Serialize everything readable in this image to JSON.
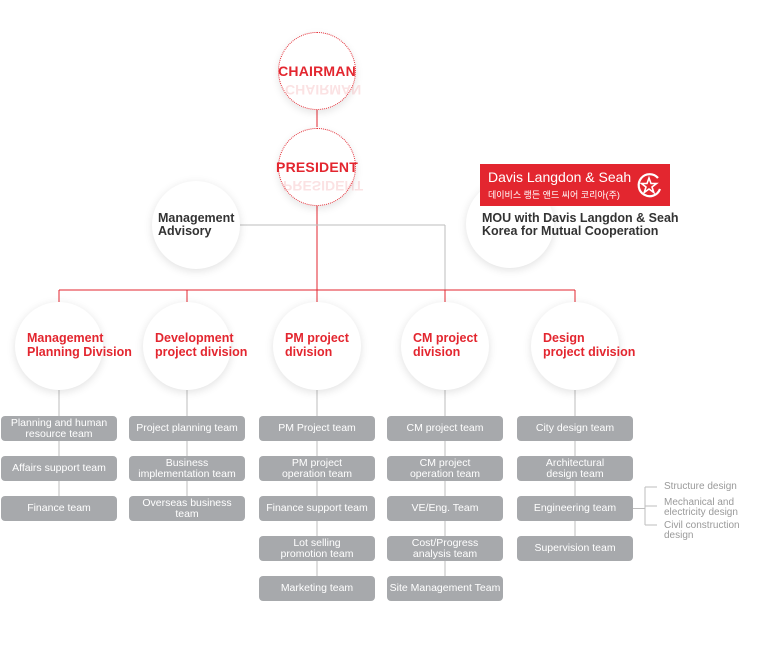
{
  "top": {
    "chairman": "CHAIRMAN",
    "president": "PRESIDENT"
  },
  "advisory": {
    "line1": "Management",
    "line2": "Advisory"
  },
  "partner": {
    "logo_main": "Davis Langdon & Seah",
    "logo_sub": "데이비스 랭든 앤드 씨어 코리아(주)",
    "line1": "MOU with Davis Langdon & Seah",
    "line2": "Korea for Mutual Cooperation"
  },
  "divisions": [
    {
      "line1": "Management",
      "line2": "Planning Division",
      "teams": [
        {
          "line1": "Planning and human",
          "line2": "resource team"
        },
        {
          "line1": "Affairs support team",
          "line2": ""
        },
        {
          "line1": "Finance team",
          "line2": ""
        }
      ]
    },
    {
      "line1": "Development",
      "line2": "project division",
      "teams": [
        {
          "line1": "Project planning team",
          "line2": ""
        },
        {
          "line1": "Business",
          "line2": "implementation team"
        },
        {
          "line1": "Overseas business team",
          "line2": ""
        }
      ]
    },
    {
      "line1": "PM project",
      "line2": "division",
      "teams": [
        {
          "line1": "PM Project team",
          "line2": ""
        },
        {
          "line1": "PM project",
          "line2": "operation team"
        },
        {
          "line1": "Finance support team",
          "line2": ""
        },
        {
          "line1": "Lot selling",
          "line2": "promotion team"
        },
        {
          "line1": "Marketing team",
          "line2": ""
        }
      ]
    },
    {
      "line1": "CM project",
      "line2": "division",
      "teams": [
        {
          "line1": "CM project team",
          "line2": ""
        },
        {
          "line1": "CM project",
          "line2": "operation team"
        },
        {
          "line1": "VE/Eng. Team",
          "line2": ""
        },
        {
          "line1": "Cost/Progress",
          "line2": "analysis team"
        },
        {
          "line1": "Site Management Team",
          "line2": ""
        }
      ]
    },
    {
      "line1": "Design",
      "line2": "project division",
      "teams": [
        {
          "line1": "City design team",
          "line2": ""
        },
        {
          "line1": "Architectural",
          "line2": "design team"
        },
        {
          "line1": "Engineering team",
          "line2": ""
        },
        {
          "line1": "Supervision team",
          "line2": ""
        }
      ]
    }
  ],
  "engineering_subteams": [
    {
      "line1": "Structure design",
      "line2": ""
    },
    {
      "line1": "Mechanical and",
      "line2": "electricity design"
    },
    {
      "line1": "Civil construction",
      "line2": "design"
    }
  ],
  "colors": {
    "accent": "#e3262f",
    "team_box": "#a7a9ac",
    "connector": "#bdbdbd"
  }
}
